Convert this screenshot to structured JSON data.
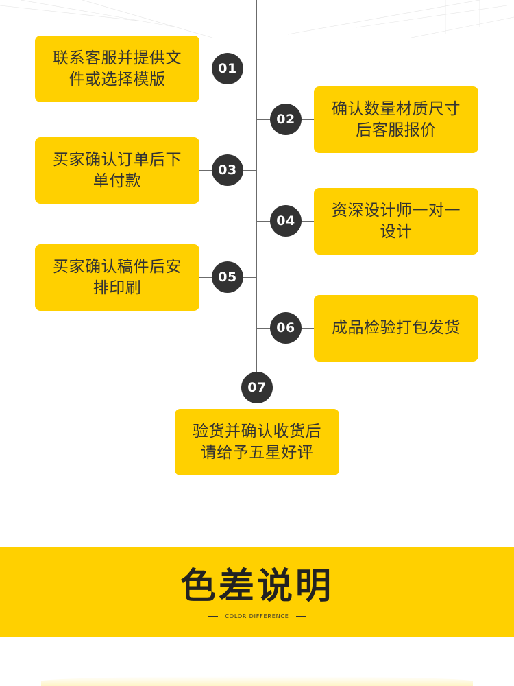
{
  "steps": [
    {
      "num": "01",
      "text": "联系客服并提供文件或选择模版"
    },
    {
      "num": "02",
      "text": "确认数量材质尺寸后客服报价"
    },
    {
      "num": "03",
      "text": "买家确认订单后下单付款"
    },
    {
      "num": "04",
      "text": "资深设计师一对一设计"
    },
    {
      "num": "05",
      "text": "买家确认稿件后安排印刷"
    },
    {
      "num": "06",
      "text": "成品检验打包发货"
    },
    {
      "num": "07",
      "text": "验货并确认收货后请给予五星好评"
    }
  ],
  "banner": {
    "title": "色差说明",
    "subtitle": "COLOR DIFFERENCE"
  },
  "colors": {
    "accent": "#ffd000",
    "badge": "#333333",
    "text": "#333333"
  }
}
